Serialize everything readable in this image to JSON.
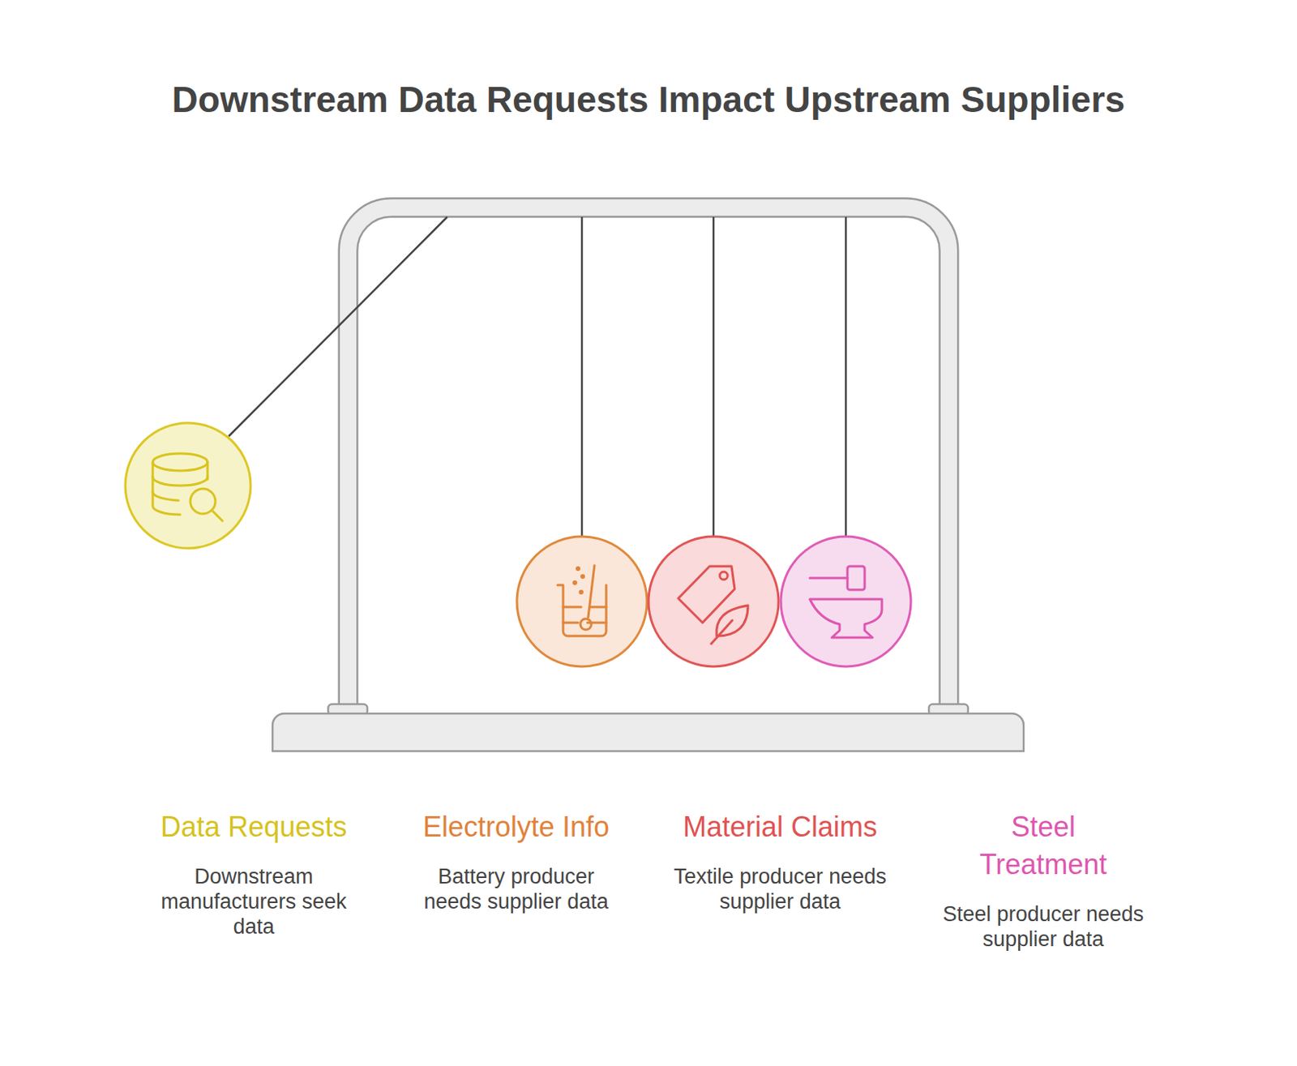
{
  "diagram": {
    "title": "Downstream Data Requests Impact Upstream Suppliers",
    "nodes": [
      {
        "text": [
          "Data Requests",
          "Downstream manufacturers seek data"
        ]
      },
      {
        "text": [
          "Electrolyte Info",
          "Battery producer needs supplier data"
        ]
      },
      {
        "text": [
          "Material Claims",
          "Textile producer needs supplier data"
        ]
      },
      {
        "text": [
          "Steel Treatment",
          "Steel producer needs supplier data"
        ]
      }
    ]
  }
}
